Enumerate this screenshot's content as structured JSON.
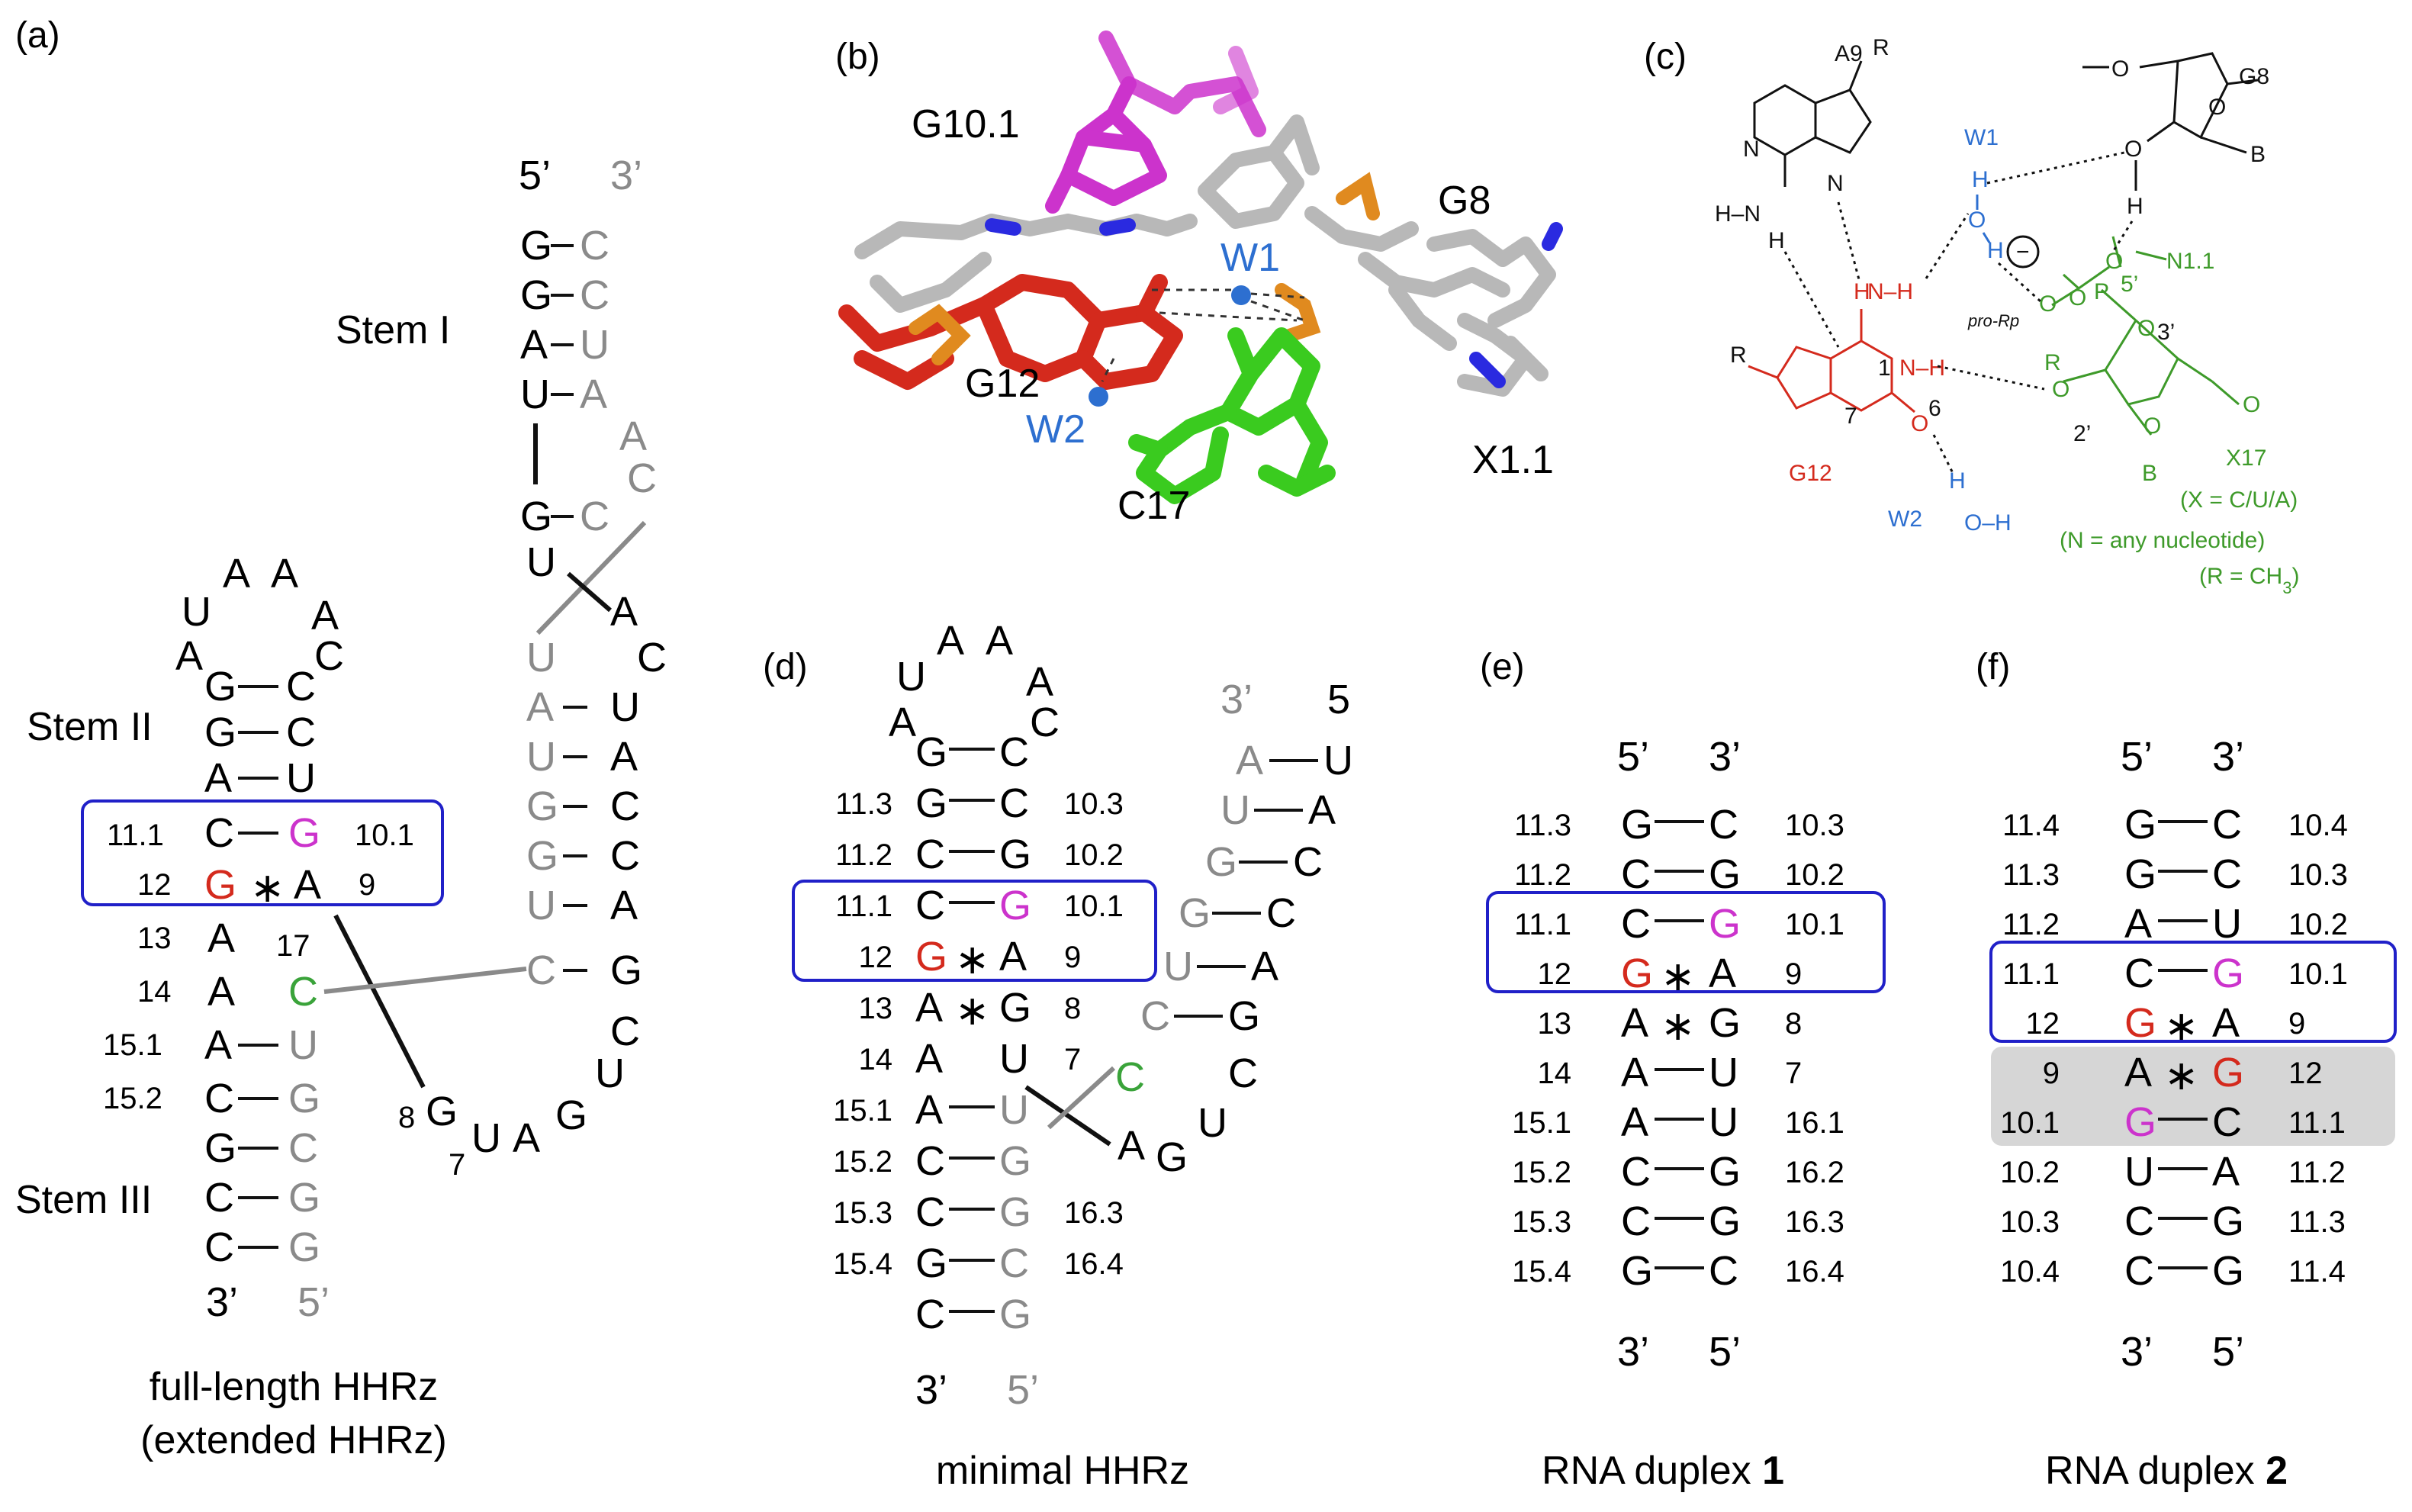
{
  "colors": {
    "black": "#111111",
    "grey": "#8a8a8a",
    "red": "#d42a1d",
    "magenta": "#cc33cc",
    "green": "#3aa33a",
    "green_text": "#3e9a2a",
    "blue": "#2d6fd0",
    "box": "#2020c8",
    "shade": "#d6d6d6"
  },
  "panels": {
    "a": "(a)",
    "b": "(b)",
    "c": "(c)",
    "d": "(d)",
    "e": "(e)",
    "f": "(f)"
  },
  "panel_a": {
    "stem1": "Stem I",
    "stem2": "Stem II",
    "stem3": "Stem III",
    "title_line1": "full-length HHRz",
    "title_line2": "(extended HHRz)",
    "top_5": "5’",
    "top_3": "3’",
    "bot_3": "3’",
    "bot_5": "5’",
    "loop": [
      "U",
      "A",
      "A",
      "A",
      "A",
      "C"
    ],
    "stem2_left": [
      "G",
      "G",
      "A"
    ],
    "stem2_right": [
      "C",
      "C",
      "U"
    ],
    "core_left": [
      "C",
      "G",
      "A",
      "A",
      "A",
      "C",
      "G",
      "C",
      "C"
    ],
    "core_right": [
      "G",
      "A",
      "C",
      "U",
      "G",
      "C",
      "G",
      "G"
    ],
    "core_nums": [
      "11.1",
      "12",
      "13",
      "14",
      "15.1",
      "15.2"
    ],
    "n10_1": "10.1",
    "n9": "9",
    "n17": "17",
    "stem1_left": [
      "G",
      "G",
      "A",
      "U",
      "G",
      "U"
    ],
    "stem1_right": [
      "C",
      "C",
      "U",
      "A",
      "A",
      "C",
      "C"
    ],
    "right_col_left": [
      "U",
      "A",
      "U",
      "G",
      "G",
      "U",
      "C"
    ],
    "right_col_right": [
      "C",
      "U",
      "A",
      "C",
      "C",
      "A",
      "G",
      "C"
    ],
    "extra_A": "A",
    "bottom_seq": [
      "G",
      "U",
      "A",
      "G",
      "U"
    ],
    "n8": "8",
    "n7": "7",
    "star": "∗"
  },
  "panel_b": {
    "g10": "G10.1",
    "g8": "G8",
    "w1": "W1",
    "w2": "W2",
    "g12": "G12",
    "c17": "C17",
    "x11": "X1.1"
  },
  "panel_c": {
    "a9": "A9",
    "r": "R",
    "w1": "W1",
    "g8": "G8",
    "b": "B",
    "n": "N",
    "h": "H",
    "o": "O",
    "p": "P",
    "hn": "H–N",
    "nh": "N–H",
    "n11": "N1.1",
    "pro_rp": "pro-Rp",
    "five": "5’",
    "three": "3’",
    "one": "1",
    "six": "6",
    "seven": "7",
    "two": "2’",
    "x17": "X17",
    "g12": "G12",
    "w2": "W2",
    "oh": "O–H",
    "note1": "(X = C/U/A)",
    "note2": "(N = any nucleotide)",
    "note3": "(R = CH",
    "note3_sub": "3",
    "note3_close": ")",
    "minus": "−"
  },
  "panel_d": {
    "title": "minimal HHRz",
    "loop": [
      "U",
      "A",
      "A",
      "A",
      "A",
      "C"
    ],
    "rows": [
      {
        "n": "",
        "l": "G",
        "r": "C",
        "rn": ""
      },
      {
        "n": "11.3",
        "l": "G",
        "r": "C",
        "rn": "10.3"
      },
      {
        "n": "11.2",
        "l": "C",
        "r": "G",
        "rn": "10.2"
      },
      {
        "n": "11.1",
        "l": "C",
        "r": "G",
        "rn": "10.1"
      },
      {
        "n": "12",
        "l": "G",
        "r": "A",
        "rn": "9"
      },
      {
        "n": "13",
        "l": "A",
        "r": "G",
        "rn": "8"
      },
      {
        "n": "14",
        "l": "A",
        "r": "U",
        "rn": "7"
      },
      {
        "n": "15.1",
        "l": "A",
        "r": "U",
        "rn": ""
      },
      {
        "n": "15.2",
        "l": "C",
        "r": "G",
        "rn": ""
      },
      {
        "n": "15.3",
        "l": "C",
        "r": "G",
        "rn": "16.3"
      },
      {
        "n": "15.4",
        "l": "G",
        "r": "C",
        "rn": "16.4"
      },
      {
        "n": "",
        "l": "C",
        "r": "G",
        "rn": ""
      }
    ],
    "right_3": "3’",
    "right_5": "5",
    "right_pairs": [
      [
        "A",
        "U"
      ],
      [
        "U",
        "A"
      ],
      [
        "G",
        "C"
      ],
      [
        "G",
        "C"
      ],
      [
        "U",
        "A"
      ],
      [
        "C",
        "G"
      ]
    ],
    "c_loose": "C",
    "c_green": "C",
    "tail": [
      "A",
      "G",
      "U"
    ],
    "bot_3": "3’",
    "bot_5": "5’",
    "star": "∗"
  },
  "panel_e": {
    "title": "RNA duplex ",
    "title_bold": "1",
    "top_5": "5’",
    "top_3": "3’",
    "bot_3": "3’",
    "bot_5": "5’",
    "rows": [
      {
        "n": "11.3",
        "l": "G",
        "r": "C",
        "rn": "10.3"
      },
      {
        "n": "11.2",
        "l": "C",
        "r": "G",
        "rn": "10.2"
      },
      {
        "n": "11.1",
        "l": "C",
        "r": "G",
        "rn": "10.1"
      },
      {
        "n": "12",
        "l": "G",
        "r": "A",
        "rn": "9"
      },
      {
        "n": "13",
        "l": "A",
        "r": "G",
        "rn": "8"
      },
      {
        "n": "14",
        "l": "A",
        "r": "U",
        "rn": "7"
      },
      {
        "n": "15.1",
        "l": "A",
        "r": "U",
        "rn": "16.1"
      },
      {
        "n": "15.2",
        "l": "C",
        "r": "G",
        "rn": "16.2"
      },
      {
        "n": "15.3",
        "l": "C",
        "r": "G",
        "rn": "16.3"
      },
      {
        "n": "15.4",
        "l": "G",
        "r": "C",
        "rn": "16.4"
      }
    ],
    "star": "∗"
  },
  "panel_f": {
    "title": "RNA duplex ",
    "title_bold": "2",
    "top_5": "5’",
    "top_3": "3’",
    "bot_3": "3’",
    "bot_5": "5’",
    "rows": [
      {
        "n": "11.4",
        "l": "G",
        "r": "C",
        "rn": "10.4"
      },
      {
        "n": "11.3",
        "l": "G",
        "r": "C",
        "rn": "10.3"
      },
      {
        "n": "11.2",
        "l": "A",
        "r": "U",
        "rn": "10.2"
      },
      {
        "n": "11.1",
        "l": "C",
        "r": "G",
        "rn": "10.1"
      },
      {
        "n": "12",
        "l": "G",
        "r": "A",
        "rn": "9"
      },
      {
        "n": "9",
        "l": "A",
        "r": "G",
        "rn": "12"
      },
      {
        "n": "10.1",
        "l": "G",
        "r": "C",
        "rn": "11.1"
      },
      {
        "n": "10.2",
        "l": "U",
        "r": "A",
        "rn": "11.2"
      },
      {
        "n": "10.3",
        "l": "C",
        "r": "G",
        "rn": "11.3"
      },
      {
        "n": "10.4",
        "l": "C",
        "r": "G",
        "rn": "11.4"
      }
    ],
    "star": "∗"
  }
}
